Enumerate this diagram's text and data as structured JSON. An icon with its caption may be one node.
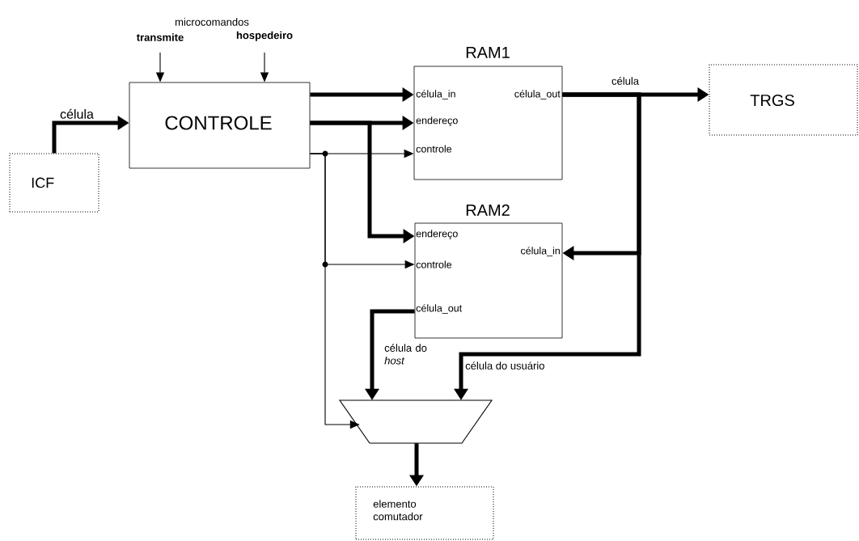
{
  "diagram": {
    "nodes": [
      {
        "text": [
          "ICF"
        ]
      },
      {
        "text": [
          "CONTROLE"
        ]
      },
      {
        "text": [
          "RAM1",
          "célula_in",
          "célula_out",
          "endereço",
          "controle"
        ]
      },
      {
        "text": [
          "TRGS"
        ]
      },
      {
        "text": [
          "RAM2",
          "endereço",
          "célula_in",
          "controle",
          "célula_out"
        ]
      },
      {
        "text": [],
        "shape": "trapezoid"
      },
      {
        "text": [
          "elemento comutador"
        ]
      }
    ],
    "edges": [
      {
        "from": null,
        "to": 1,
        "arrow": "to",
        "label": "transmite"
      },
      {
        "from": null,
        "to": 1,
        "arrow": "to",
        "label": "hospedeiro"
      },
      {
        "from": 0,
        "to": 1,
        "arrow": "to",
        "label": "célula"
      },
      {
        "from": 1,
        "to": 2,
        "arrow": "to"
      },
      {
        "from": 1,
        "to": 2,
        "arrow": "to"
      },
      {
        "from": 1,
        "to": 4,
        "arrow": "to"
      },
      {
        "from": 1,
        "to": 2,
        "arrow": "to"
      },
      {
        "from": 1,
        "to": 4,
        "arrow": "to"
      },
      {
        "from": 1,
        "to": 5,
        "arrow": "to"
      },
      {
        "from": 2,
        "to": 3,
        "arrow": "to",
        "label": "célula"
      },
      {
        "from": 2,
        "to": 4,
        "arrow": "to"
      },
      {
        "from": 2,
        "to": 5,
        "arrow": "to",
        "label": "célula do usuário"
      },
      {
        "from": 4,
        "to": 5,
        "arrow": "to",
        "label": "célula do *host*"
      },
      {
        "from": 5,
        "to": 6,
        "arrow": "to"
      }
    ],
    "labels": [
      "microcomandos"
    ]
  }
}
